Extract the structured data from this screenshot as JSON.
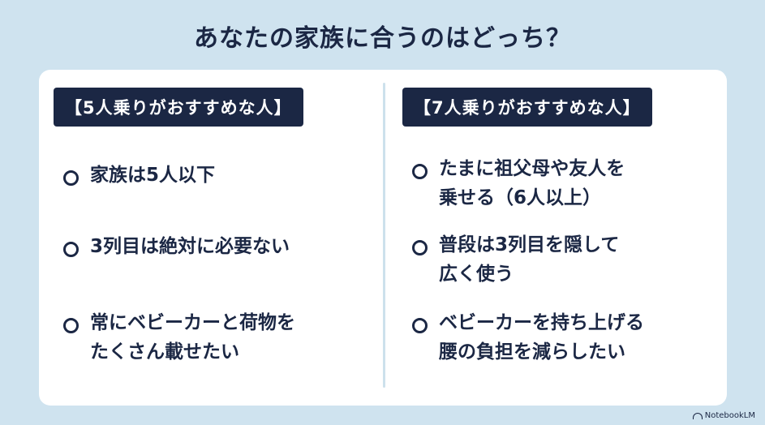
{
  "title": "あなたの家族に合うのはどっち？",
  "left": {
    "header": "【5人乗りがおすすめな人】",
    "items": [
      "家族は5人以下",
      "3列目は絶対に必要ない",
      "常にベビーカーと荷物を\nたくさん載せたい"
    ]
  },
  "right": {
    "header": "【7人乗りがおすすめな人】",
    "items": [
      "たまに祖父母や友人を\n乗せる（6人以上）",
      "普段は3列目を隠して\n広く使う",
      "ベビーカーを持ち上げる\n腰の負担を減らしたい"
    ]
  },
  "brand": "NotebookLM",
  "colors": {
    "navy": "#1b2744",
    "background": "#cfe3ef",
    "card": "#ffffff"
  }
}
